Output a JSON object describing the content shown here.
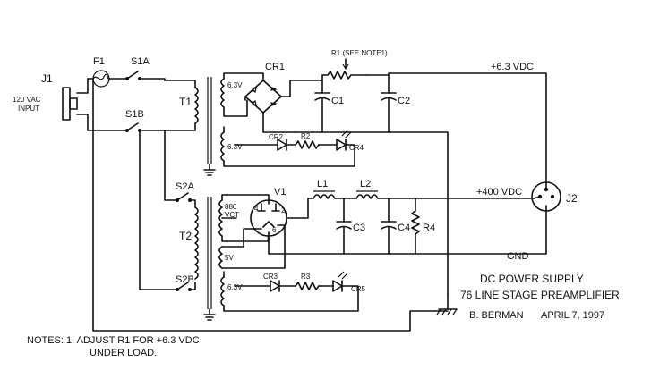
{
  "labels": {
    "j1": "J1",
    "input": [
      "120 VAC",
      "INPUT"
    ],
    "f1": "F1",
    "s1a": "S1A",
    "s1b": "S1B",
    "s2a": "S2A",
    "s2b": "S2B",
    "t1": "T1",
    "t2": "T2",
    "t1_sec1": "6.3V",
    "t1_sec2": "6.3V",
    "t2_sec_hv": [
      "880",
      "VCT"
    ],
    "t2_sec_5v": "5V",
    "t2_sec_63": "6.3V",
    "cr1": "CR1",
    "r1": "R1 (SEE NOTE1)",
    "c1": "C1",
    "c2": "C2",
    "cr2": "CR2",
    "r2": "R2",
    "cr4": "CR4",
    "v1": "V1",
    "pin4": "4",
    "pin2": "2",
    "pin6": "6",
    "pin8": "8",
    "l1": "L1",
    "l2": "L2",
    "c3": "C3",
    "c4": "C4",
    "r4": "R4",
    "cr3": "CR3",
    "r3": "R3",
    "cr5": "CR5",
    "v63": "+6.3 VDC",
    "v400": "+400 VDC",
    "gnd": "GND",
    "j2": "J2"
  },
  "title": {
    "line1": "DC POWER SUPPLY",
    "line2": "76 LINE STAGE PREAMPLIFIER",
    "author": "B. BERMAN",
    "date": "APRIL 7, 1997"
  },
  "notes": {
    "line1": "NOTES: 1. ADJUST R1 FOR +6.3 VDC",
    "line2": "UNDER LOAD."
  }
}
